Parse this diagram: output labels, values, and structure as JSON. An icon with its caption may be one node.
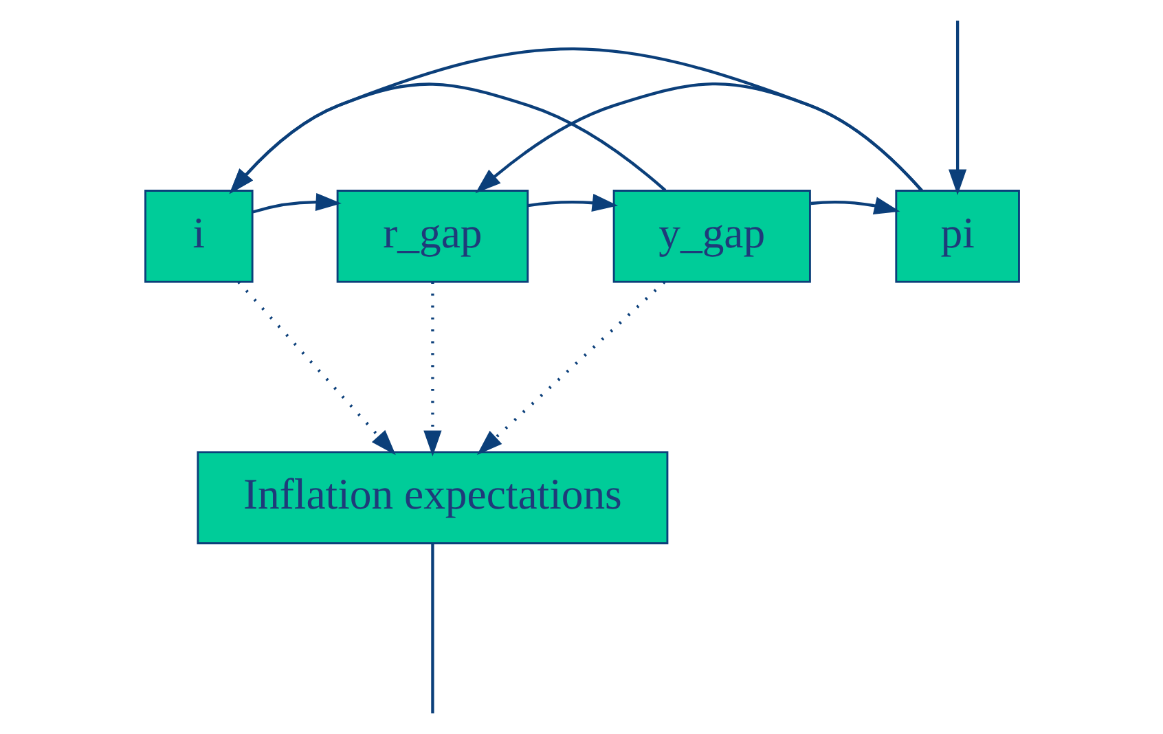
{
  "diagram": {
    "nodes": [
      {
        "text": [
          "i"
        ]
      },
      {
        "text": [
          "r_gap"
        ]
      },
      {
        "text": [
          "y_gap"
        ]
      },
      {
        "text": [
          "pi"
        ]
      },
      {
        "text": [
          "Inflation expectations"
        ]
      }
    ],
    "edges": [
      {
        "from": 0,
        "to": 1,
        "arrow": "to"
      },
      {
        "from": 1,
        "to": 2,
        "arrow": "to"
      },
      {
        "from": 2,
        "to": 3,
        "arrow": "to"
      },
      {
        "from": 3,
        "to": 0,
        "arrow": "to"
      },
      {
        "from": 3,
        "to": 1,
        "arrow": "to"
      },
      {
        "from": 2,
        "to": 0,
        "arrow": "to"
      },
      {
        "from": 0,
        "to": 4,
        "arrow": "to",
        "style": "dashed"
      },
      {
        "from": 1,
        "to": 4,
        "arrow": "to",
        "style": "dashed"
      },
      {
        "from": 2,
        "to": 4,
        "arrow": "to",
        "style": "dashed"
      },
      {
        "from": 4,
        "to": null,
        "arrow": "none"
      },
      {
        "from": null,
        "to": 3,
        "arrow": "to"
      }
    ]
  }
}
